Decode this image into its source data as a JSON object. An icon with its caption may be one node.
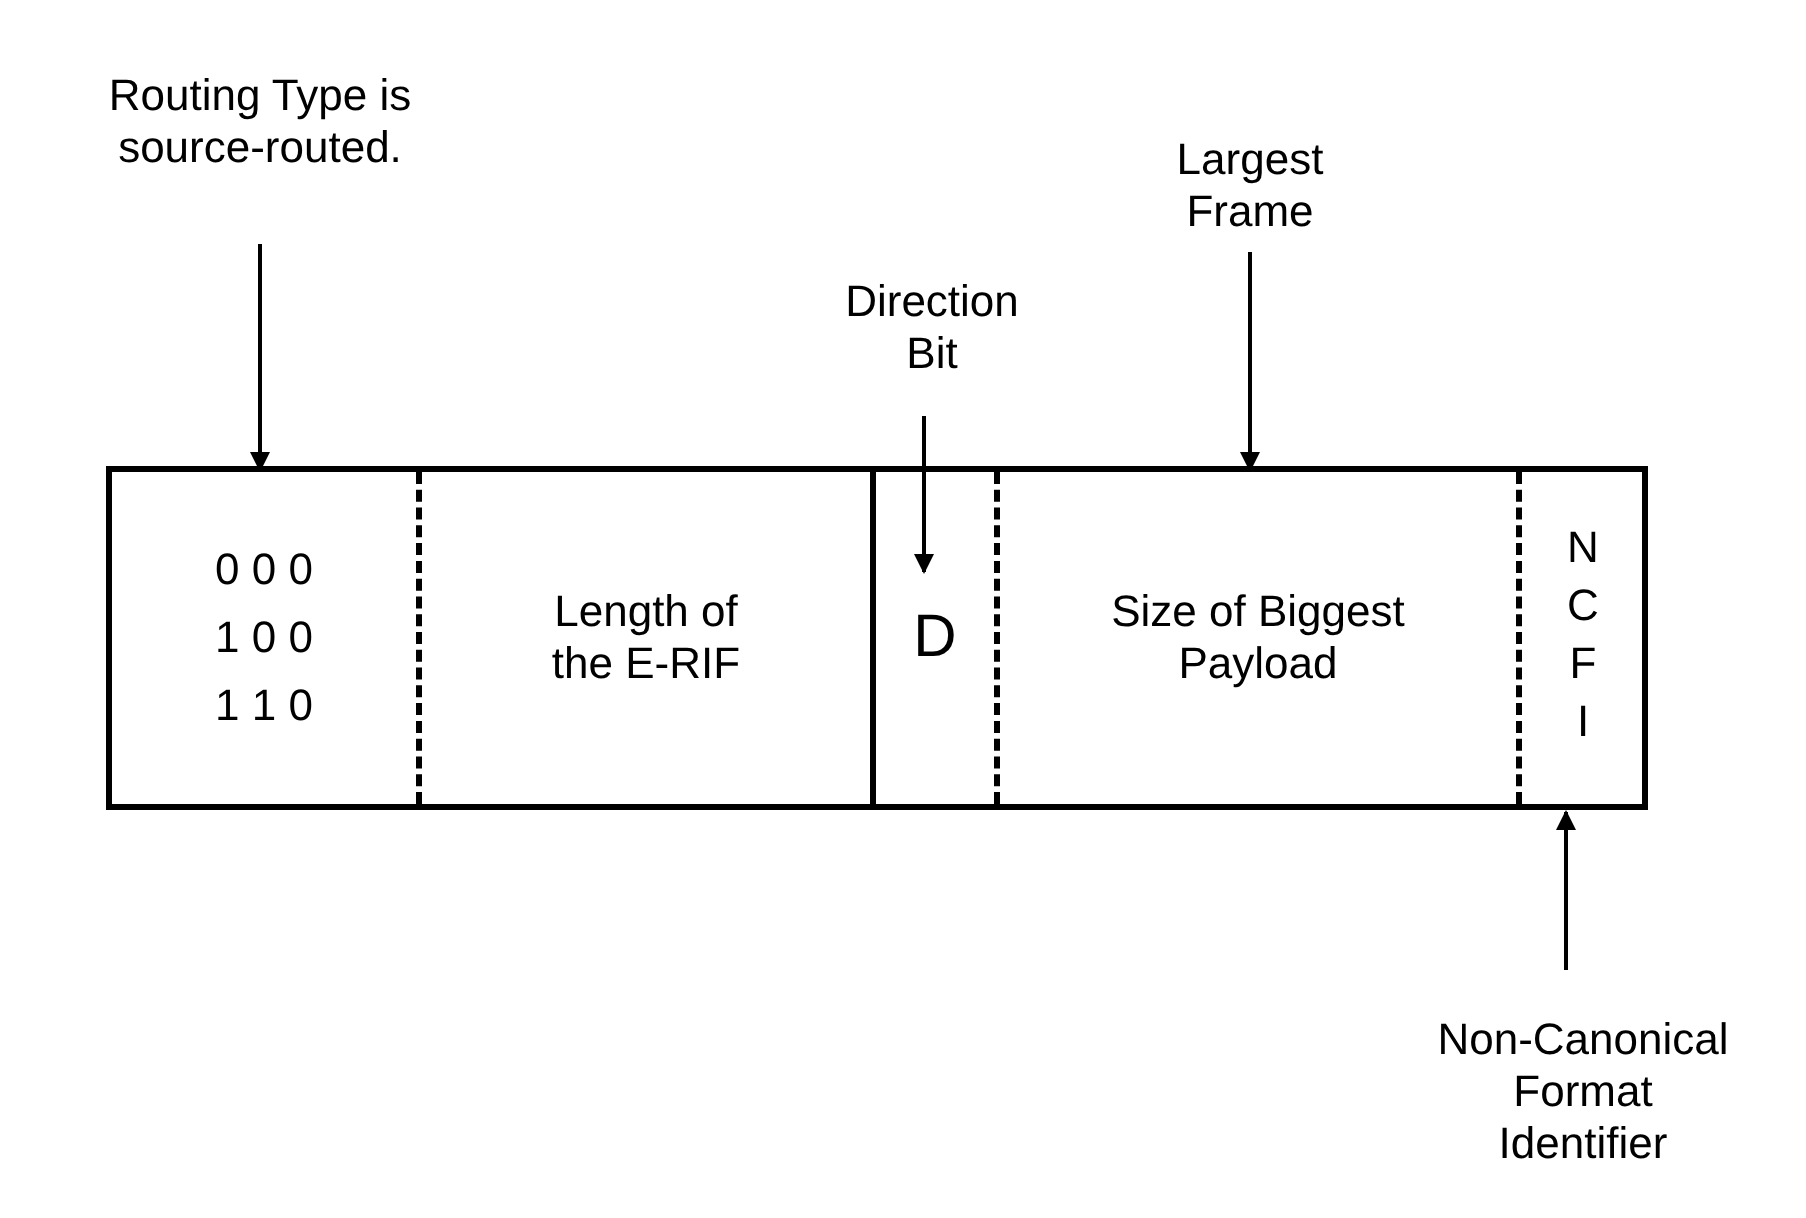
{
  "diagram": {
    "nodes": [
      {
        "text": [],
        "shape": "box"
      },
      {
        "text": [
          "0 0 0",
          "1 0 0",
          "1 1 0"
        ],
        "in": 0
      },
      {
        "text": [
          "Length of the E-RIF"
        ],
        "in": 0
      },
      {
        "text": [
          "D"
        ],
        "in": 0
      },
      {
        "text": [
          "Size of Biggest Payload"
        ],
        "in": 0
      },
      {
        "text": [
          "NCFI"
        ],
        "in": 0
      },
      {
        "text": [
          "Routing Type is source-routed."
        ]
      },
      {
        "text": [
          "Direction Bit"
        ]
      },
      {
        "text": [
          "Largest Frame"
        ]
      },
      {
        "text": [
          "Non-Canonical Format Identifier"
        ]
      }
    ],
    "edges": [
      {
        "from": 6,
        "to": 1,
        "arrow": "to"
      },
      {
        "from": 7,
        "to": 3,
        "arrow": "to"
      },
      {
        "from": 8,
        "to": 4,
        "arrow": "to"
      },
      {
        "from": 9,
        "to": 5,
        "arrow": "to"
      }
    ]
  }
}
